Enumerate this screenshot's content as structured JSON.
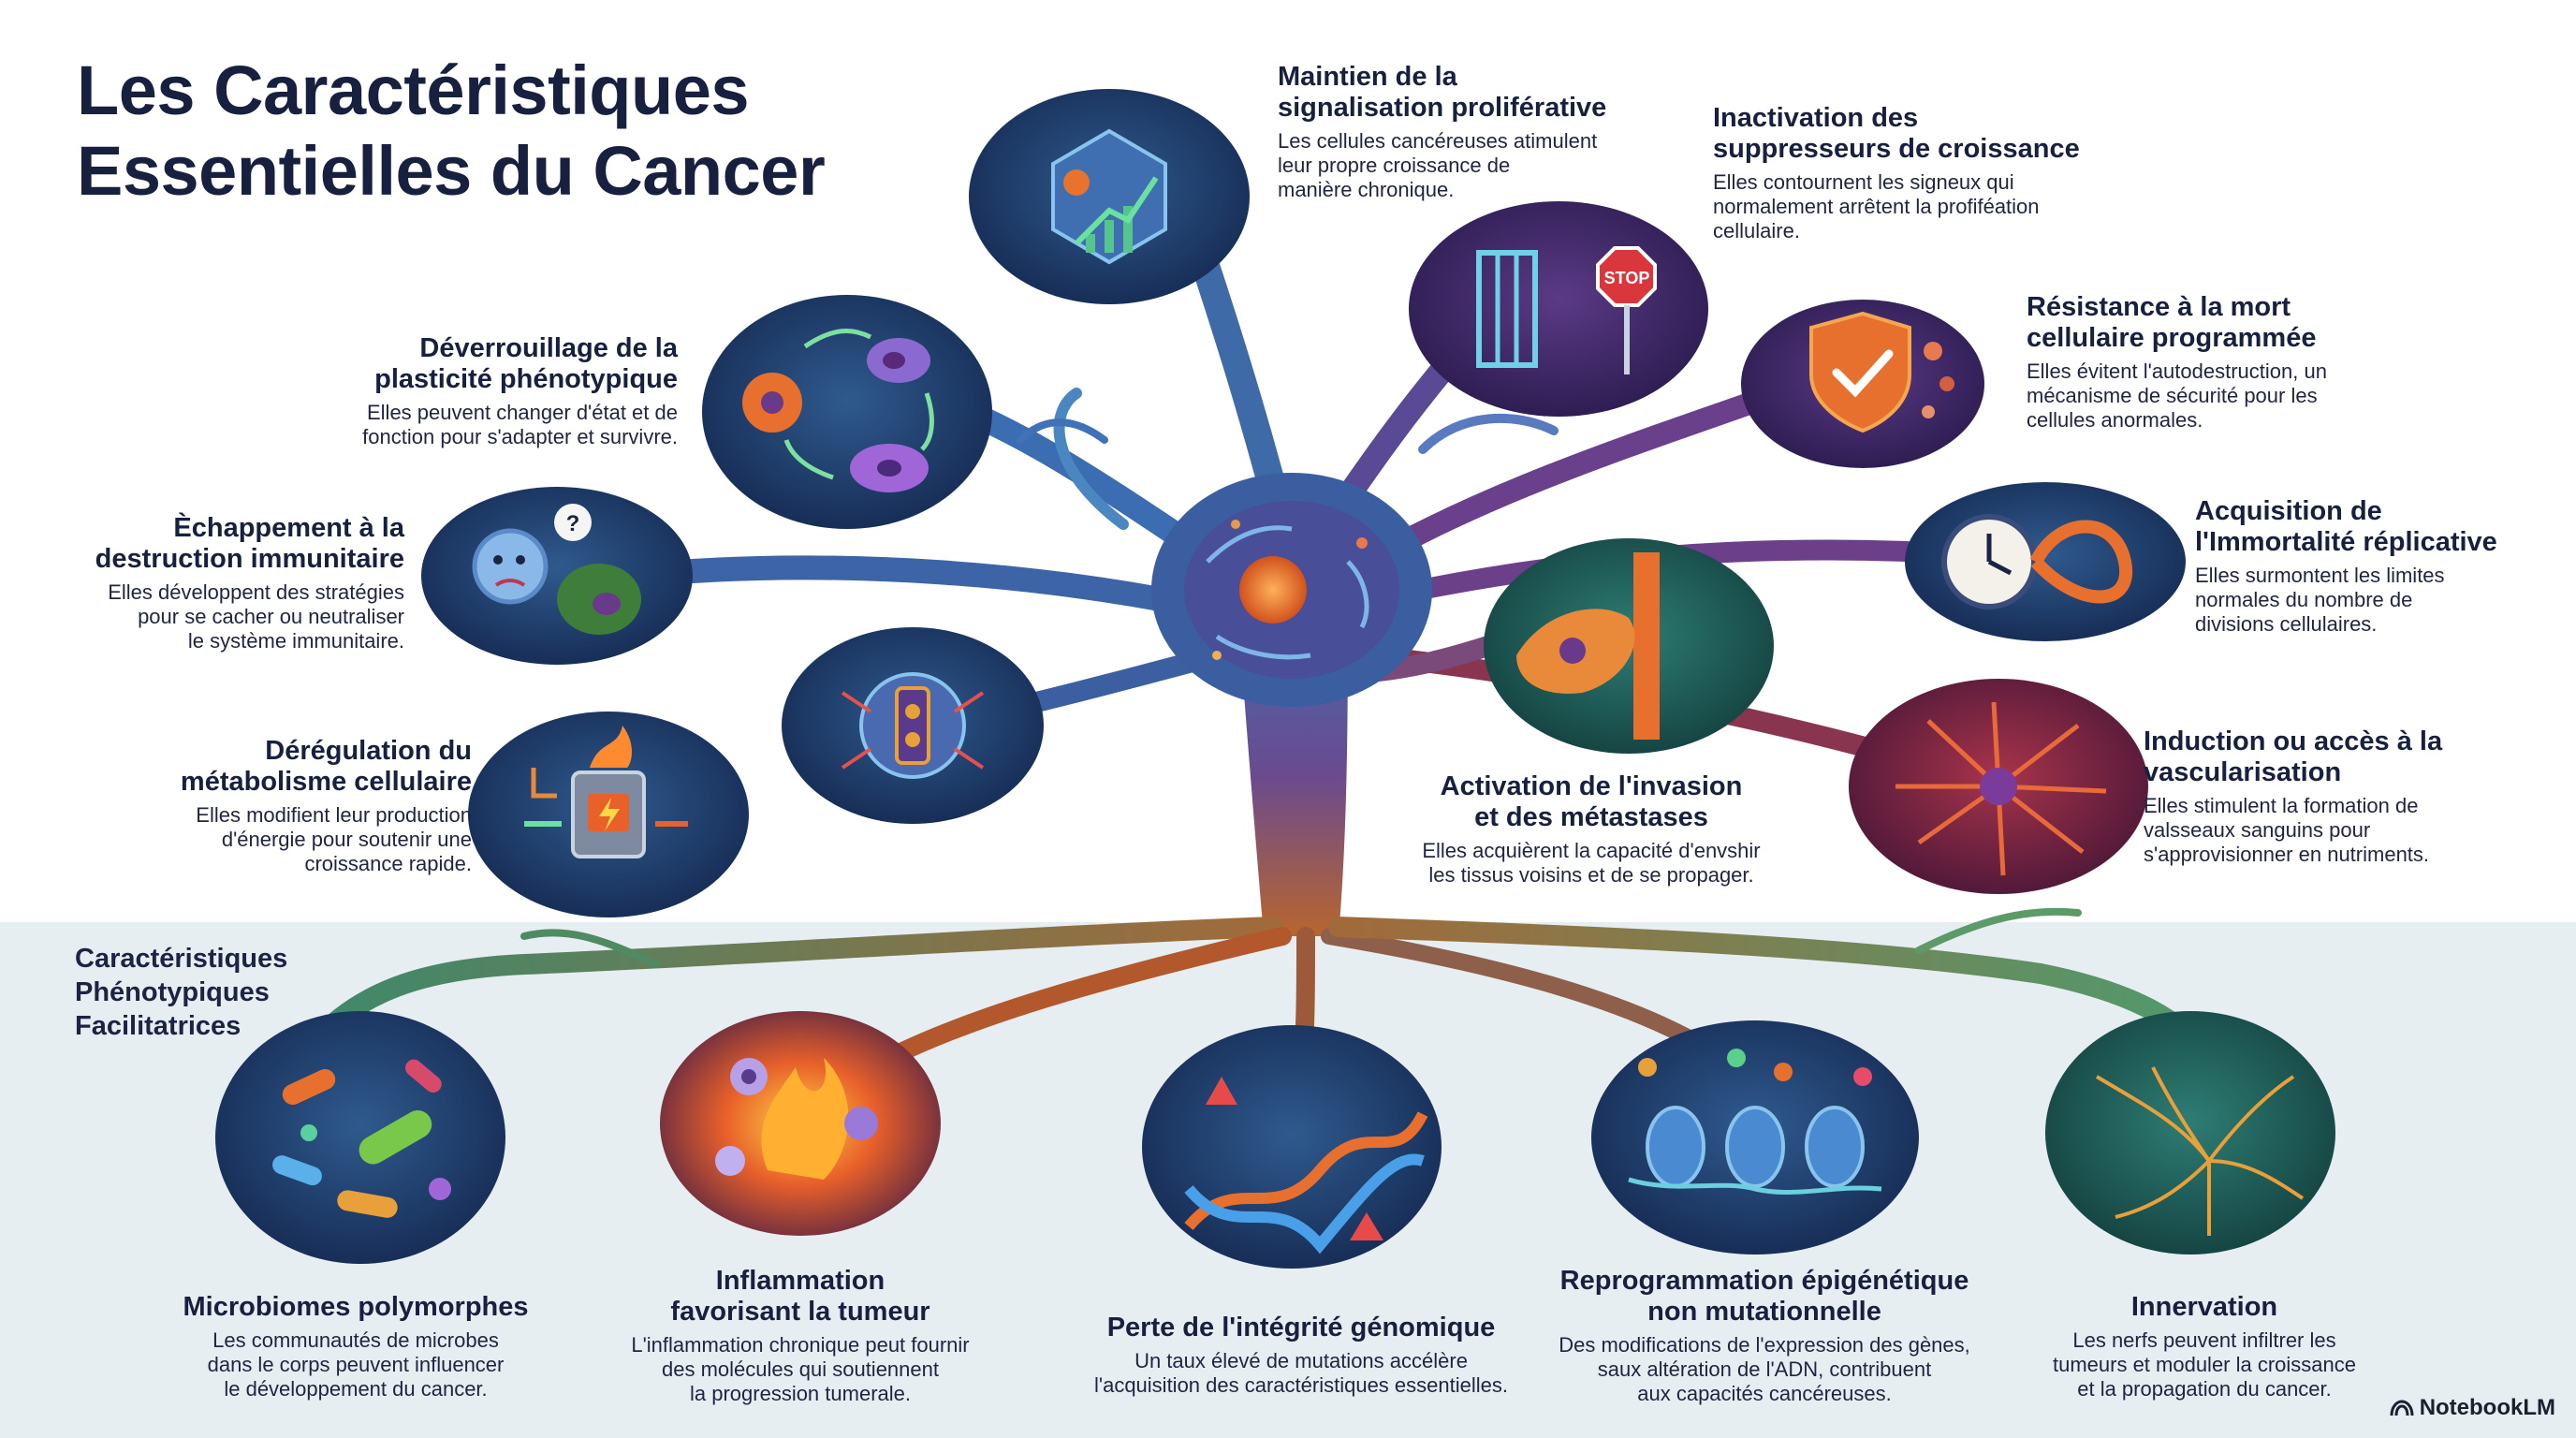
{
  "title_lines": [
    "Les Caractéristiques",
    "Essentielles du Cancer"
  ],
  "section_label_lines": [
    "Caractéristiques",
    "Phénotypiques",
    "Facilitatrices"
  ],
  "hallmarks": [
    {
      "id": "prolif",
      "title_lines": [
        "Maintien de la",
        "signalisation proliférative"
      ],
      "desc_lines": [
        "Les cellules cancéreuses atimulent",
        "leur propre croissance de",
        "manière chronique."
      ],
      "icon": "proliferation-cell-icon"
    },
    {
      "id": "suppress",
      "title_lines": [
        "Inactivation des",
        "suppresseurs de croissance"
      ],
      "desc_lines": [
        "Elles contournent les signeux qui",
        "normalement arrêtent la profiféation",
        "cellulaire."
      ],
      "icon": "stop-sign-icon",
      "icon_text": "STOP"
    },
    {
      "id": "death",
      "title_lines": [
        "Résistance à la mort",
        "cellulaire programmée"
      ],
      "desc_lines": [
        "Elles évitent l'autodestruction, un",
        "mécanisme de sécurité pour les",
        "cellules anormales."
      ],
      "icon": "shield-check-icon"
    },
    {
      "id": "immortal",
      "title_lines": [
        "Acquisition de",
        "l'Immortalité réplicative"
      ],
      "desc_lines": [
        "Elles surmontent les limites",
        "normales du nombre de",
        "divisions cellulaires."
      ],
      "icon": "clock-infinity-icon"
    },
    {
      "id": "vascular",
      "title_lines": [
        "Induction ou accès à la",
        "vascularisation"
      ],
      "desc_lines": [
        "Elles stimulent la formation de",
        "valsseaux sanguins pour",
        "s'approvisionner en nutriments."
      ],
      "icon": "blood-vessel-icon"
    },
    {
      "id": "invasion",
      "title_lines": [
        "Activation de l'invasion",
        "et des métastases"
      ],
      "desc_lines": [
        "Elles acquièrent la capacité d'envshir",
        "les tissus voisins et de se propager."
      ],
      "icon": "invading-cell-icon"
    },
    {
      "id": "plasticity",
      "title_lines": [
        "Déverrouillage de la",
        "plasticité phénotypique"
      ],
      "desc_lines": [
        "Elles peuvent changer d'état et de",
        "fonction pour s'adapter et survivre."
      ],
      "icon": "cell-cycle-arrows-icon"
    },
    {
      "id": "immune",
      "title_lines": [
        "Èchappement à la",
        "destruction immunitaire"
      ],
      "desc_lines": [
        "Elles développent des stratégies",
        "pour se cacher ou neutraliser",
        "le système immunitaire."
      ],
      "icon": "immune-cell-icon",
      "icon_text": "?"
    },
    {
      "id": "metabolism",
      "title_lines": [
        "Dérégulation du",
        "métabolisme cellulaire"
      ],
      "desc_lines": [
        "Elles modifient leur production",
        "d'énergie pour soutenir une",
        "croissance rapide."
      ],
      "icon": "energy-furnace-icon"
    }
  ],
  "unlabeled_icon": "tumor-suppressor-cell-icon",
  "enabling": [
    {
      "id": "microbiome",
      "title_lines": [
        "Microbiomes polymorphes"
      ],
      "desc_lines": [
        "Les communautés de microbes",
        "dans le corps peuvent influencer",
        "le développement du cancer."
      ],
      "icon": "microbes-icon"
    },
    {
      "id": "inflammation",
      "title_lines": [
        "Inflammation",
        "favorisant la tumeur"
      ],
      "desc_lines": [
        "L'inflammation chronique peut fournir",
        "des molécules qui soutiennent",
        "la progression tumerale."
      ],
      "icon": "inflammation-fire-icon"
    },
    {
      "id": "genome",
      "title_lines": [
        "Perte de l'intégrité génomique"
      ],
      "desc_lines": [
        "Un taux élevé de mutations accélère",
        "l'acquisition des caractéristiques essentielles."
      ],
      "icon": "dna-helix-icon"
    },
    {
      "id": "epigenetic",
      "title_lines": [
        "Reprogrammation épigénétique",
        "non mutationnelle"
      ],
      "desc_lines": [
        "Des modifications de l'expression des gènes,",
        "saux altération de l'ADN, contribuent",
        "aux capacités cancéreuses."
      ],
      "icon": "nucleosome-icon"
    },
    {
      "id": "innervation",
      "title_lines": [
        "Innervation"
      ],
      "desc_lines": [
        "Les nerfs peuvent infiltrer les",
        "tumeurs et moduler la croissance",
        "et la propagation du cancer."
      ],
      "icon": "nerve-branches-icon"
    }
  ],
  "brand": "NotebookLM",
  "colors": {
    "navy": "#17203f",
    "tree_blue": "#3a74b8",
    "tree_purple": "#6b3f8e",
    "root_orange": "#c9602c",
    "bottom_band": "#e6eef2"
  }
}
